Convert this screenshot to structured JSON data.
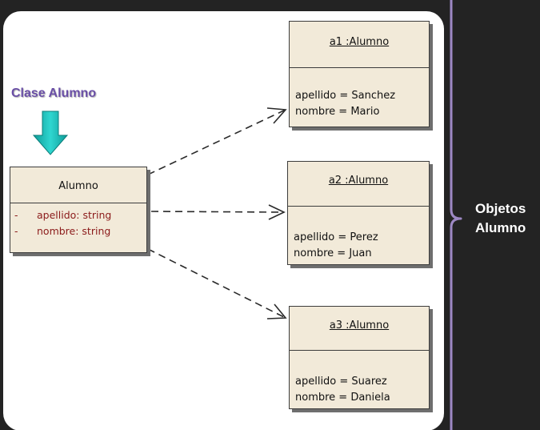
{
  "class_label": "Clase Alumno",
  "class_box": {
    "name": "Alumno",
    "attributes": [
      {
        "visibility": "-",
        "text": "apellido: string"
      },
      {
        "visibility": "-",
        "text": "nombre: string"
      }
    ]
  },
  "objects": [
    {
      "name": "a1 :Alumno",
      "apellido": "apellido = Sanchez",
      "nombre": "nombre = Mario"
    },
    {
      "name": "a2 :Alumno",
      "apellido": "apellido = Perez",
      "nombre": "nombre = Juan"
    },
    {
      "name": "a3 :Alumno",
      "apellido": "apellido = Suarez",
      "nombre": "nombre = Daniela"
    }
  ],
  "brace_label": {
    "line1": "Objetos",
    "line2": "Alumno"
  },
  "colors": {
    "background": "#232323",
    "canvas": "#ffffff",
    "box_fill": "#f2ead9",
    "arrow_fill": "#18b8b4",
    "class_label": "#6a4fa6",
    "attribute_text": "#8b1a1a",
    "brace": "#9d88c4"
  },
  "icons": {
    "down_arrow": "down-arrow-icon"
  }
}
